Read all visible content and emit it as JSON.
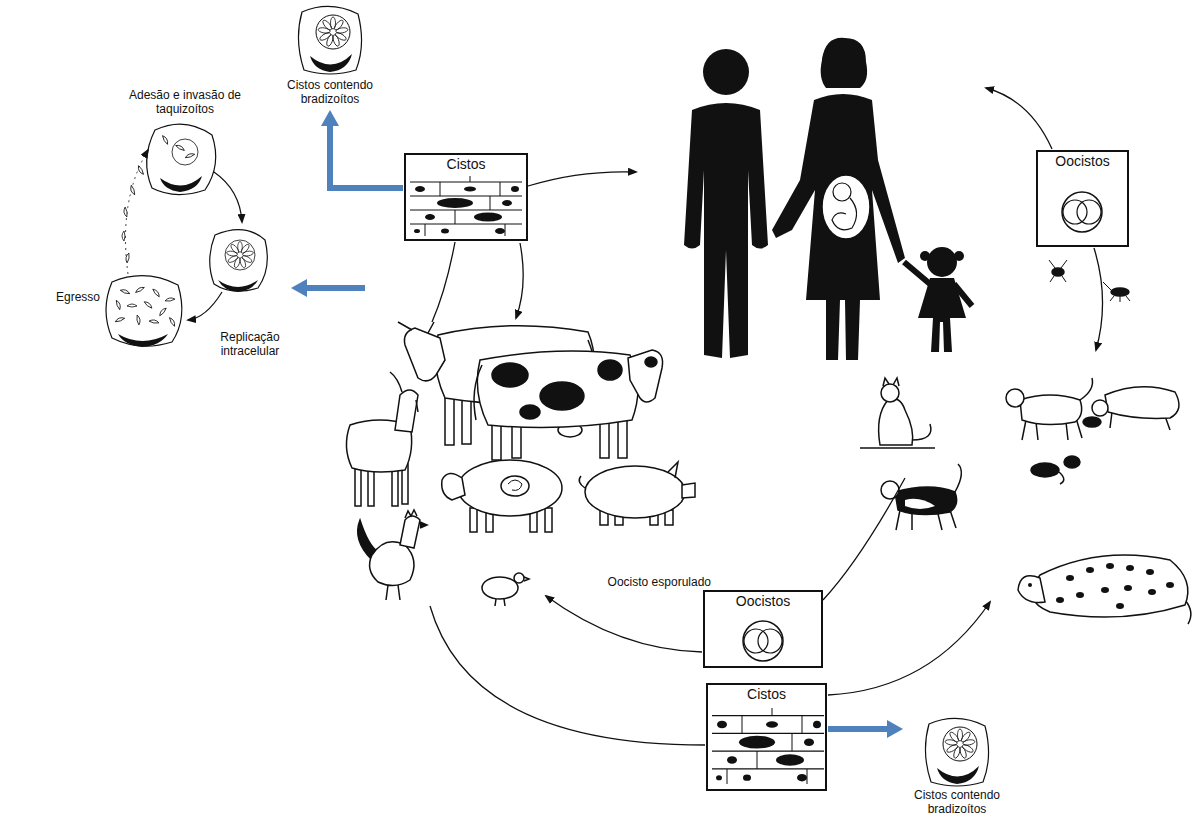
{
  "diagram": {
    "nodes": [
      {
        "text": [
          "Cistos contendo bradizoítos"
        ]
      },
      {
        "text": [
          "Cistos"
        ]
      },
      {
        "text": [
          "Oocistos"
        ]
      },
      {
        "text": [
          "Oocisto esporulado",
          "Oocistos"
        ]
      },
      {
        "text": [
          "Cistos"
        ]
      },
      {
        "text": [
          "Cistos contendo bradizoítos"
        ]
      }
    ],
    "edges": [
      {
        "from": 1,
        "to": 0,
        "arrow": "to"
      },
      {
        "from": 4,
        "to": 5,
        "arrow": "to"
      }
    ],
    "labels": [
      "Adesão e invasão de taquizoítos",
      "Replicação intracelular",
      "Egresso"
    ]
  }
}
